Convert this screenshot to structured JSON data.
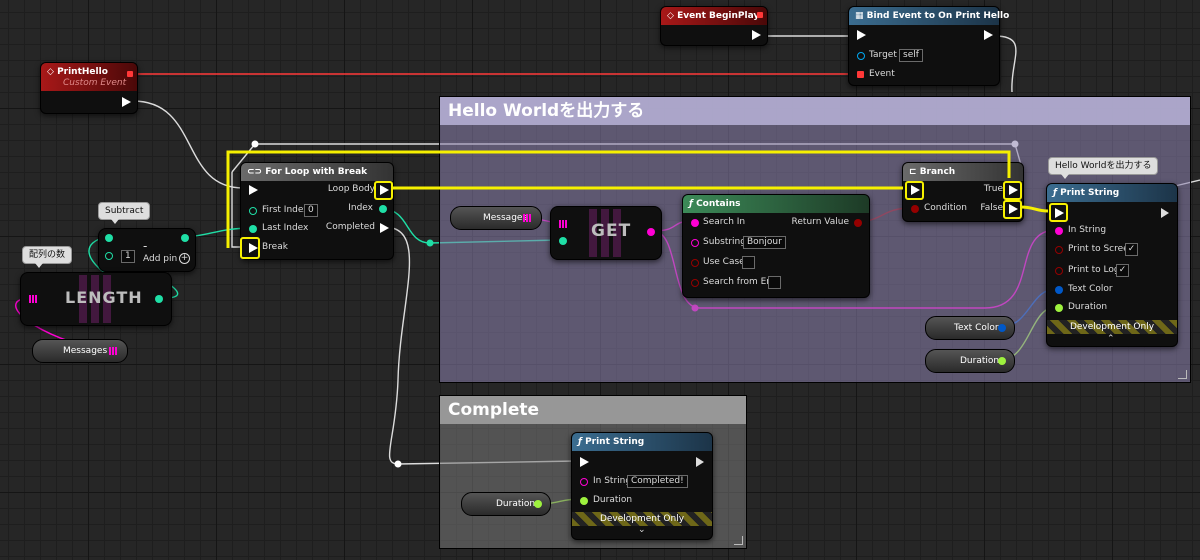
{
  "colors": {
    "exec": "#ffffff",
    "integer": "#1fdfa6",
    "string": "#ff00d4",
    "boolean": "#950000",
    "float": "#9ef23e",
    "object": "#00a8f0",
    "struct_color": "#0058c8",
    "delegate": "#ff3838",
    "highlight": "#f6f000",
    "event_header": "#7a0c0c",
    "function_header": "#2a6fa0",
    "macro_header": "#6b6b6b"
  },
  "comments": {
    "hello": {
      "title": "Hello Worldを出力する"
    },
    "complete": {
      "title": "Complete"
    }
  },
  "nodes": {
    "event_beginplay": {
      "title": "Event BeginPlay",
      "icon": "diamond-icon"
    },
    "bind_event": {
      "title": "Bind Event to On Print Hello",
      "target_label": "Target",
      "target_value": "self",
      "event_label": "Event"
    },
    "print_hello": {
      "title": "PrintHello",
      "subtitle": "Custom Event"
    },
    "for_loop": {
      "title": "For Loop with Break",
      "first_index_label": "First Index",
      "first_index_value": "0",
      "last_index_label": "Last Index",
      "break_label": "Break",
      "loop_body_label": "Loop Body",
      "index_label": "Index",
      "completed_label": "Completed"
    },
    "subtract": {
      "bubble": "Subtract",
      "minus": "-",
      "b_value": "1",
      "add_pin_label": "Add pin",
      "add_icon": "plus-circle-icon"
    },
    "length": {
      "bubble": "配列の数",
      "label": "LENGTH"
    },
    "messages_left": {
      "label": "Messages"
    },
    "messages_mid": {
      "label": "Messages"
    },
    "get": {
      "label": "GET"
    },
    "contains": {
      "title": "Contains",
      "search_in_label": "Search In",
      "return_value_label": "Return Value",
      "substring_label": "Substring",
      "substring_value": "Bonjour",
      "use_case_label": "Use Case",
      "search_from_end_label": "Search from End"
    },
    "branch": {
      "title": "Branch",
      "condition_label": "Condition",
      "true_label": "True",
      "false_label": "False"
    },
    "print_string_1": {
      "bubble": "Hello Worldを出力する",
      "title": "Print String",
      "in_string_label": "In String",
      "print_to_screen_label": "Print to Screen",
      "print_to_screen_value": "✓",
      "print_to_log_label": "Print to Log",
      "print_to_log_value": "✓",
      "text_color_label": "Text Color",
      "duration_label": "Duration",
      "dev_only": "Development Only",
      "chevron": "⌃"
    },
    "text_color_var": {
      "label": "Text Color"
    },
    "duration_var_1": {
      "label": "Duration"
    },
    "print_string_2": {
      "title": "Print String",
      "in_string_label": "In String",
      "in_string_value": "Completed!",
      "duration_label": "Duration",
      "dev_only": "Development Only",
      "chevron": "⌄"
    },
    "duration_var_2": {
      "label": "Duration"
    }
  }
}
